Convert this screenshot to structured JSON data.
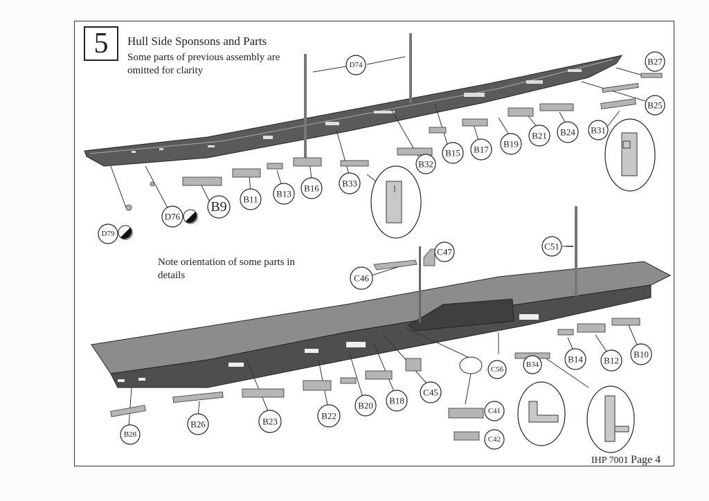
{
  "step": {
    "number": "5"
  },
  "heading": {
    "title": "Hull Side Sponsons and Parts",
    "subtitle": "Some parts of previous assembly are omitted for clarity"
  },
  "note": "Note orientation of some parts in details",
  "footer": {
    "code": "IHP 7001",
    "page": "Page 4"
  },
  "parts": {
    "D74": "D74",
    "B27": "B27",
    "B25": "B25",
    "B31": "B31",
    "B24": "B24",
    "B21": "B21",
    "B19": "B19",
    "B17": "B17",
    "B15": "B15",
    "B32": "B32",
    "B33": "B33",
    "B16": "B16",
    "B13": "B13",
    "B11": "B11",
    "B9": "B9",
    "D76": "D76",
    "D79": "D79",
    "C47": "C47",
    "C51": "C51",
    "C46": "C46",
    "B10": "B10",
    "B12": "B12",
    "B14": "B14",
    "B34": "B34",
    "C56": "C56",
    "C45": "C45",
    "B18": "B18",
    "B20": "B20",
    "B22": "B22",
    "B23": "B23",
    "B26": "B26",
    "B28": "B28",
    "C41": "C41",
    "C42": "C42"
  },
  "colors": {
    "hull_dark": "#4a4a4a",
    "deck": "#8c8c8c",
    "part": "#b5b5b5",
    "ink": "#222222"
  }
}
